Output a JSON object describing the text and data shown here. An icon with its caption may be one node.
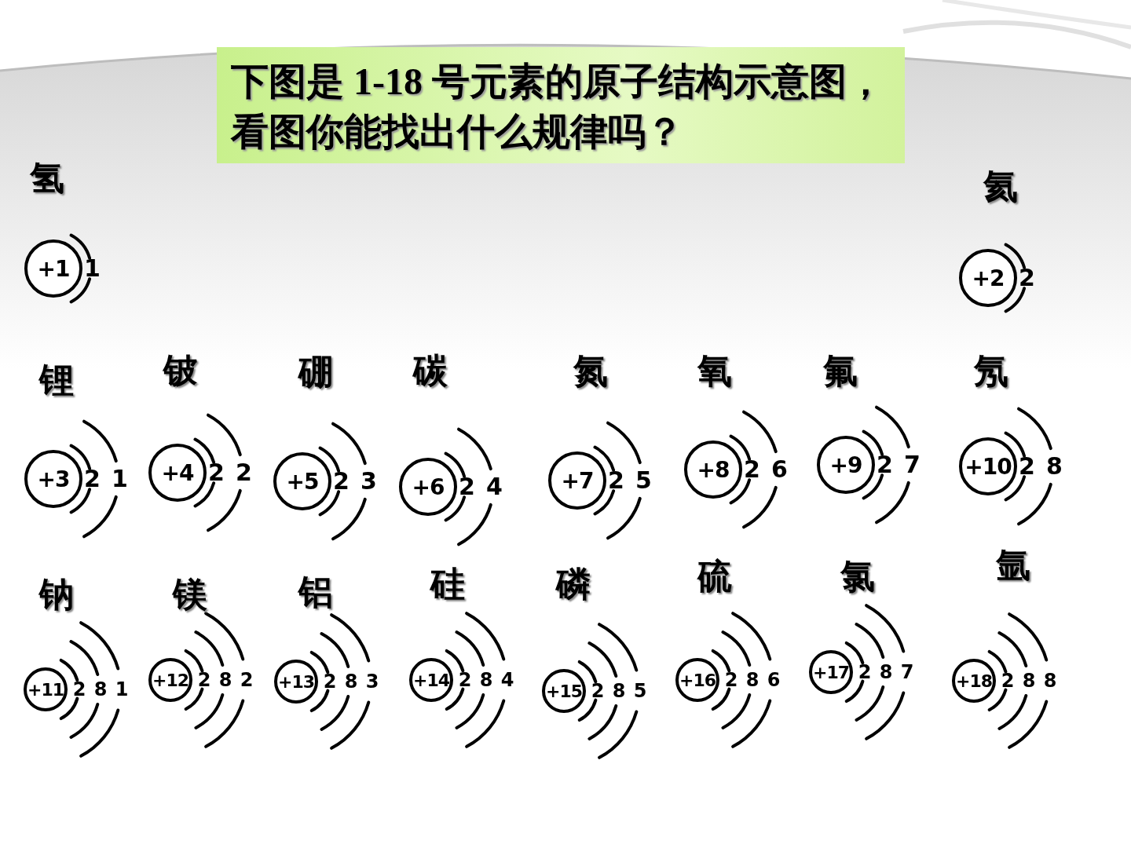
{
  "diagram": {
    "title": "下图是 1-18 号元素的原子结构示意图，看图你能找出什么规律吗？",
    "nodes": [
      {
        "text": [
          "+1"
        ],
        "beside": [
          "氢",
          "1"
        ]
      },
      {
        "text": [
          "+2"
        ],
        "beside": [
          "氦",
          "2"
        ]
      },
      {
        "text": [
          "+3"
        ],
        "beside": [
          "锂",
          "2",
          "1"
        ]
      },
      {
        "text": [
          "+4"
        ],
        "beside": [
          "铍",
          "2",
          "2"
        ]
      },
      {
        "text": [
          "+5"
        ],
        "beside": [
          "硼",
          "2",
          "3"
        ]
      },
      {
        "text": [
          "+6"
        ],
        "beside": [
          "碳",
          "2",
          "4"
        ]
      },
      {
        "text": [
          "+7"
        ],
        "beside": [
          "氮",
          "2",
          "5"
        ]
      },
      {
        "text": [
          "+8"
        ],
        "beside": [
          "氧",
          "2",
          "6"
        ]
      },
      {
        "text": [
          "+9"
        ],
        "beside": [
          "氟",
          "2",
          "7"
        ]
      },
      {
        "text": [
          "+10"
        ],
        "beside": [
          "氖",
          "2",
          "8"
        ]
      },
      {
        "text": [
          "+11"
        ],
        "beside": [
          "钠",
          "2",
          "8",
          "1"
        ]
      },
      {
        "text": [
          "+12"
        ],
        "beside": [
          "镁",
          "2",
          "8",
          "2"
        ]
      },
      {
        "text": [
          "+13"
        ],
        "beside": [
          "铝",
          "2",
          "8",
          "3"
        ]
      },
      {
        "text": [
          "+14"
        ],
        "beside": [
          "硅",
          "2",
          "8",
          "4"
        ]
      },
      {
        "text": [
          "+15"
        ],
        "beside": [
          "磷",
          "2",
          "8",
          "5"
        ]
      },
      {
        "text": [
          "+16"
        ],
        "beside": [
          "硫",
          "2",
          "8",
          "6"
        ]
      },
      {
        "text": [
          "+17"
        ],
        "beside": [
          "氯",
          "2",
          "8",
          "7"
        ]
      },
      {
        "text": [
          "+18"
        ],
        "beside": [
          "氩",
          "2",
          "8",
          "8"
        ]
      }
    ]
  }
}
